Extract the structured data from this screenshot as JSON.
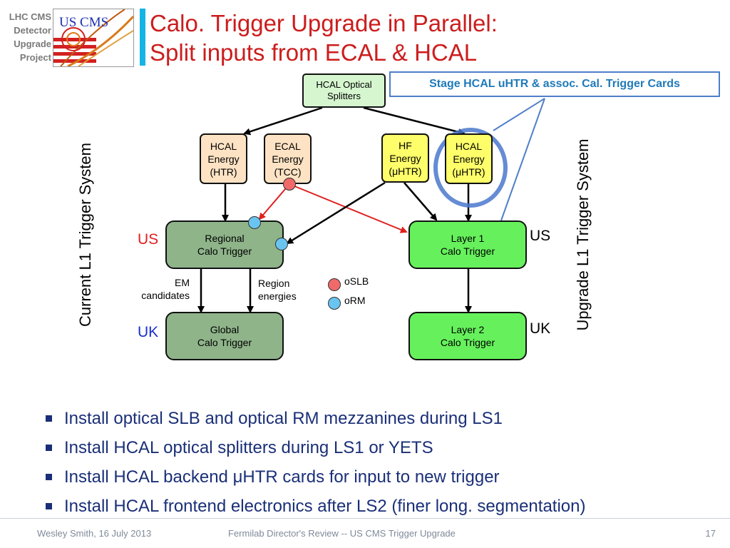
{
  "header": {
    "side_label": [
      "LHC CMS",
      "Detector",
      "Upgrade",
      "Project"
    ],
    "logo_text": "US CMS",
    "title_line1": "Calo. Trigger Upgrade in Parallel:",
    "title_line2": "Split inputs from ECAL & HCAL"
  },
  "diagram": {
    "callout": "Stage HCAL uHTR & assoc. Cal. Trigger Cards",
    "splitters": [
      "HCAL Optical",
      "Splitters"
    ],
    "hcal_htr": [
      "HCAL",
      "Energy",
      "(HTR)"
    ],
    "ecal_tcc": [
      "ECAL",
      "Energy",
      "(TCC)"
    ],
    "hf_uhtr": [
      "HF",
      "Energy",
      "(μHTR)"
    ],
    "hcal_uhtr": [
      "HCAL",
      "Energy",
      "(μHTR)"
    ],
    "regional": [
      "Regional",
      "Calo Trigger"
    ],
    "global": [
      "Global",
      "Calo Trigger"
    ],
    "layer1": [
      "Layer 1",
      "Calo Trigger"
    ],
    "layer2": [
      "Layer 2",
      "Calo Trigger"
    ],
    "em_candidates": [
      "EM",
      "candidates"
    ],
    "region_energies": [
      "Region",
      "energies"
    ],
    "legend_oslb": "oSLB",
    "legend_orm": "oRM",
    "label_us_left": "US",
    "label_uk_left": "UK",
    "label_us_right": "US",
    "label_uk_right": "UK",
    "current_system": "Current L1 Trigger System",
    "upgrade_system": "Upgrade L1 Trigger System",
    "colors": {
      "red": "#e02020",
      "blue": "#1a2fd0",
      "gray_green": "#8fb48a",
      "bright_green": "#66f15c",
      "peach": "#fde3c4",
      "yellow": "#fefe6a",
      "light_green": "#d6f6cf",
      "callout_border": "#4f7ec8"
    }
  },
  "bullets": [
    "Install optical SLB and optical RM mezzanines during LS1",
    "Install HCAL optical splitters during LS1 or YETS",
    "Install HCAL backend μHTR cards for input to new trigger",
    "Install HCAL frontend electronics after LS2 (finer long. segmentation)"
  ],
  "footer": {
    "left": "Wesley Smith, 16 July 2013",
    "center": "Fermilab Director's Review -- US CMS Trigger Upgrade",
    "page": "17"
  }
}
